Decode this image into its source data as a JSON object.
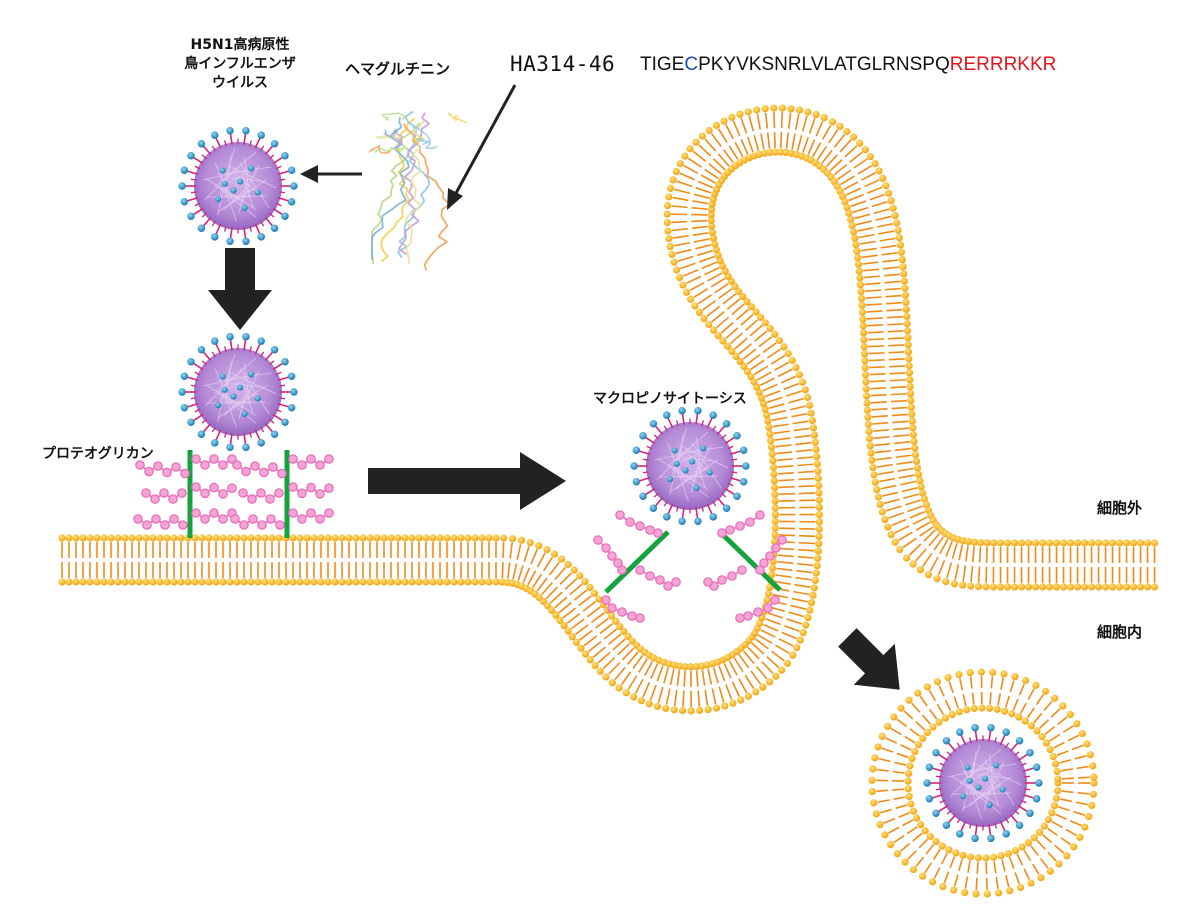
{
  "labels": {
    "virus_line1": "H5N1高病原性",
    "virus_line2": "鳥インフルエンザ",
    "virus_line3": "ウイルス",
    "hemagglutinin": "ヘマグルチニン",
    "peptide_name": "HA314-46",
    "sequence_part1": "TIGE",
    "sequence_part2": "C",
    "sequence_part3": "PKYVKSNRLVLATGLRNSPQ",
    "sequence_part4": "RERRRKKR",
    "proteoglycan": "プロテオグリカン",
    "macropinocytosis": "マクロピノサイトーシス",
    "extracellular": "細胞外",
    "intracellular": "細胞内"
  },
  "colors": {
    "membrane_head": "#f7b31c",
    "membrane_tail": "#f08a18",
    "virus_core": "#b48ad6",
    "virus_spike": "#2e9fd0",
    "virus_stem": "#d4237a",
    "proteoglycan_chain": "#e76bb8",
    "proteoglycan_core": "#14a33c",
    "arrow": "#222222",
    "sequence_blue": "#1c4fb0",
    "sequence_red": "#e1161c"
  }
}
